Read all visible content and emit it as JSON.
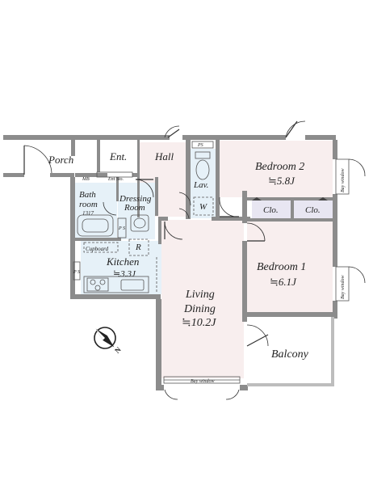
{
  "rooms": {
    "porch": "Porch",
    "entrance": "Ent.",
    "hall": "Hall",
    "mb": "MB",
    "ent_storage": "Ent Sto.",
    "bathroom_line1": "Bath",
    "bathroom_line2": "room",
    "bathroom_size": "1317",
    "dressing_line1": "Dressing",
    "dressing_line2": "Room",
    "lavatory": "Lav.",
    "washer": "W",
    "ps_top": "PS",
    "ps_kitchen": "P S",
    "ps_left": "P S",
    "refrigerator": "R",
    "cupboard": "Cupboard",
    "kitchen": "Kitchen",
    "kitchen_size": "≒3.3J",
    "living_line1": "Living",
    "living_line2": "Dining",
    "living_size": "≒10.2J",
    "bedroom2": "Bedroom 2",
    "bedroom2_size": "≒5.8J",
    "bedroom1": "Bedroom 1",
    "bedroom1_size": "≒6.1J",
    "closet_a": "Clo.",
    "closet_b": "Clo.",
    "balcony": "Balcony",
    "bay_window_bottom": "Bay window",
    "bay_window_right_top": "Bay window",
    "bay_window_right_bottom": "Bay window"
  },
  "compass": {
    "label": "N"
  },
  "colors": {
    "room_fill": "#f8eeee",
    "wet_fill": "#e6f1f8",
    "wall": "#8c8c8c",
    "closet_fill": "#e8e6f2"
  }
}
